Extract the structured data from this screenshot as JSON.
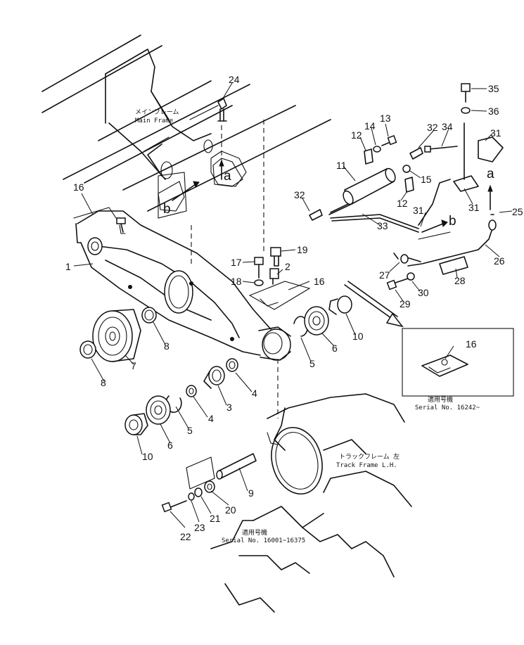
{
  "labels": {
    "main_frame_jp": "メインフレーム",
    "main_frame_en": "Main Frame",
    "track_frame_jp": "トラックフレーム 左",
    "track_frame_en": "Track Frame L.H.",
    "serial_jp": "適用号機",
    "serial_a": "Serial No. 16001~16375",
    "serial_b": "Serial No. 16242~",
    "view_a": "a",
    "view_b": "b"
  },
  "parts": [
    "1",
    "2",
    "3",
    "4",
    "5",
    "6",
    "7",
    "8",
    "9",
    "10",
    "11",
    "12",
    "13",
    "14",
    "15",
    "16",
    "17",
    "18",
    "19",
    "20",
    "21",
    "22",
    "23",
    "24",
    "25",
    "26",
    "27",
    "28",
    "29",
    "30",
    "31",
    "32",
    "33",
    "34",
    "35",
    "36"
  ]
}
